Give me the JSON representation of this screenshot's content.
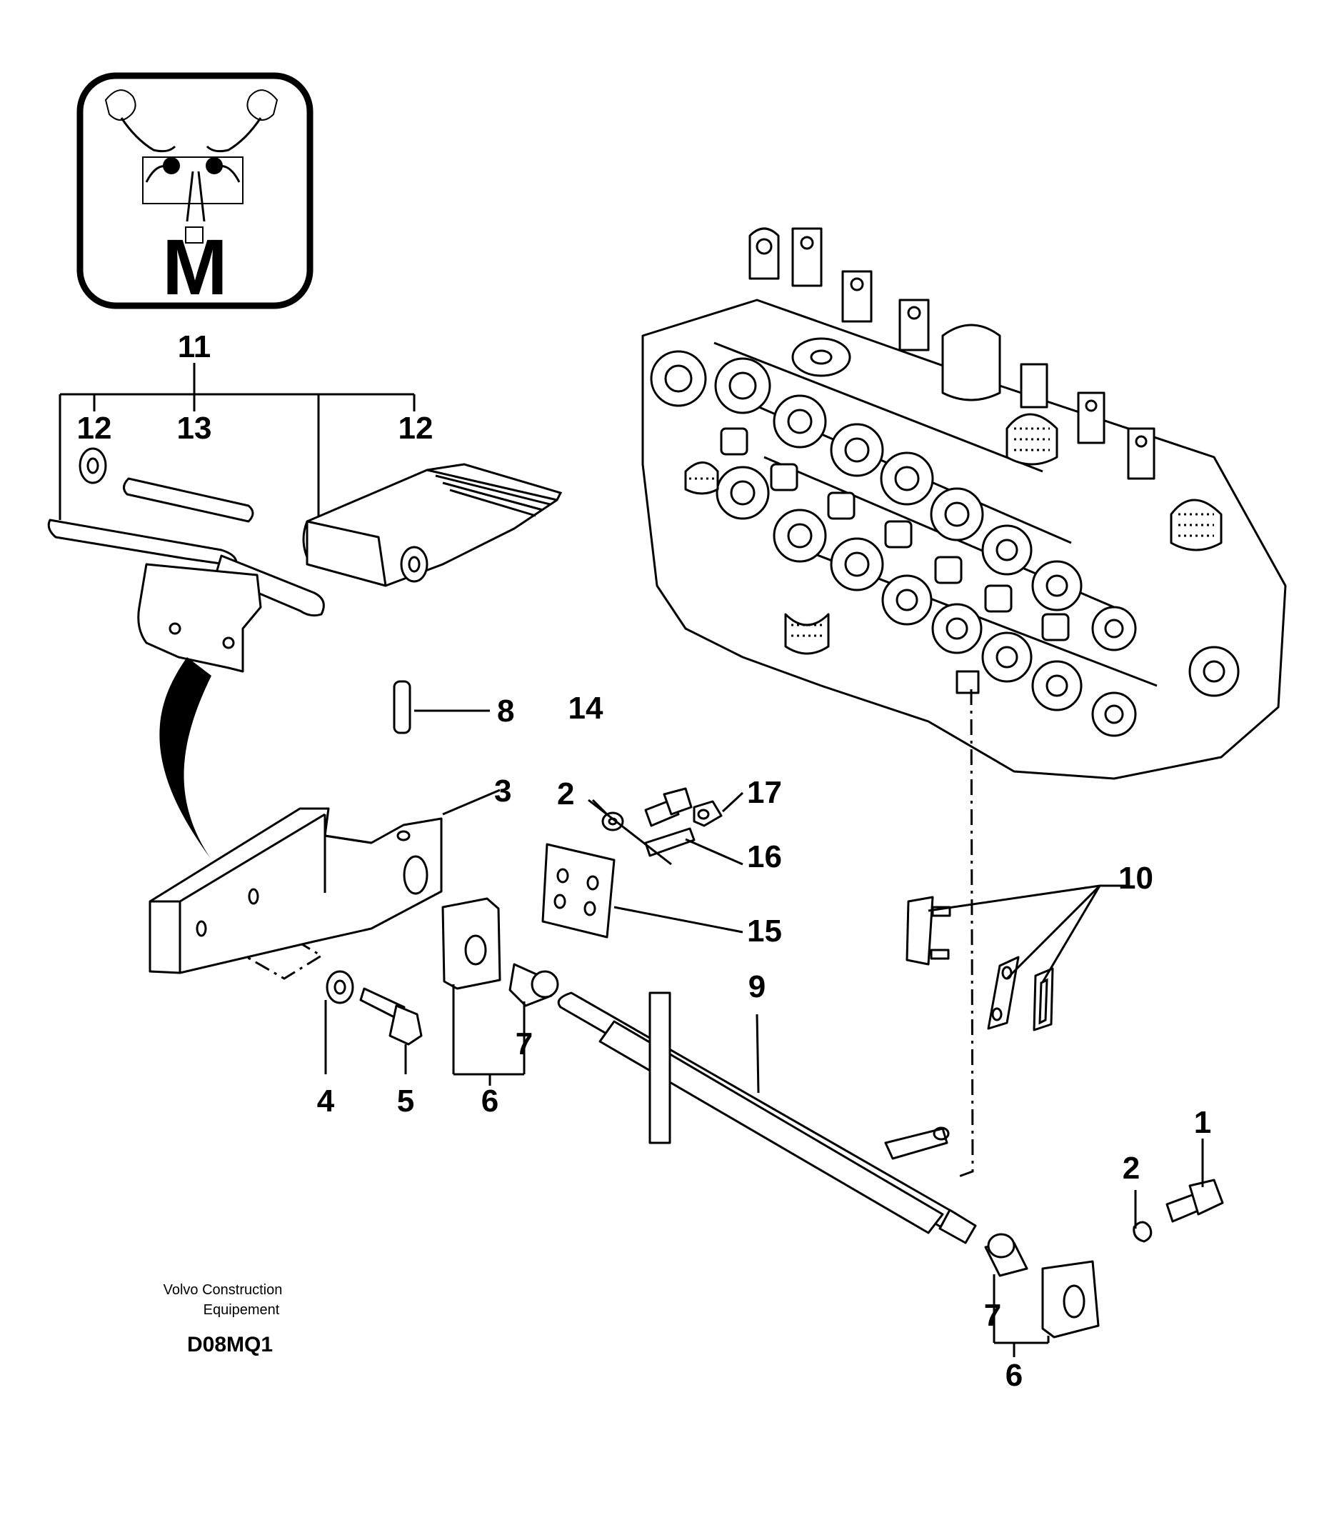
{
  "badge": {
    "letter": "M"
  },
  "callouts": {
    "c1": "1",
    "c2_bracket": "2",
    "c2_right": "2",
    "c3": "3",
    "c4": "4",
    "c5": "5",
    "c6_left": "6",
    "c6_right": "6",
    "c7_left": "7",
    "c7_right": "7",
    "c8": "8",
    "c9": "9",
    "c10": "10",
    "c11": "11",
    "c12_left": "12",
    "c12_right": "12",
    "c13": "13",
    "c14": "14",
    "c15": "15",
    "c16": "16",
    "c17": "17"
  },
  "footer": {
    "company_line1": "Volvo Construction",
    "company_line2": "Equipement",
    "drawing_code": "D08MQ1"
  }
}
